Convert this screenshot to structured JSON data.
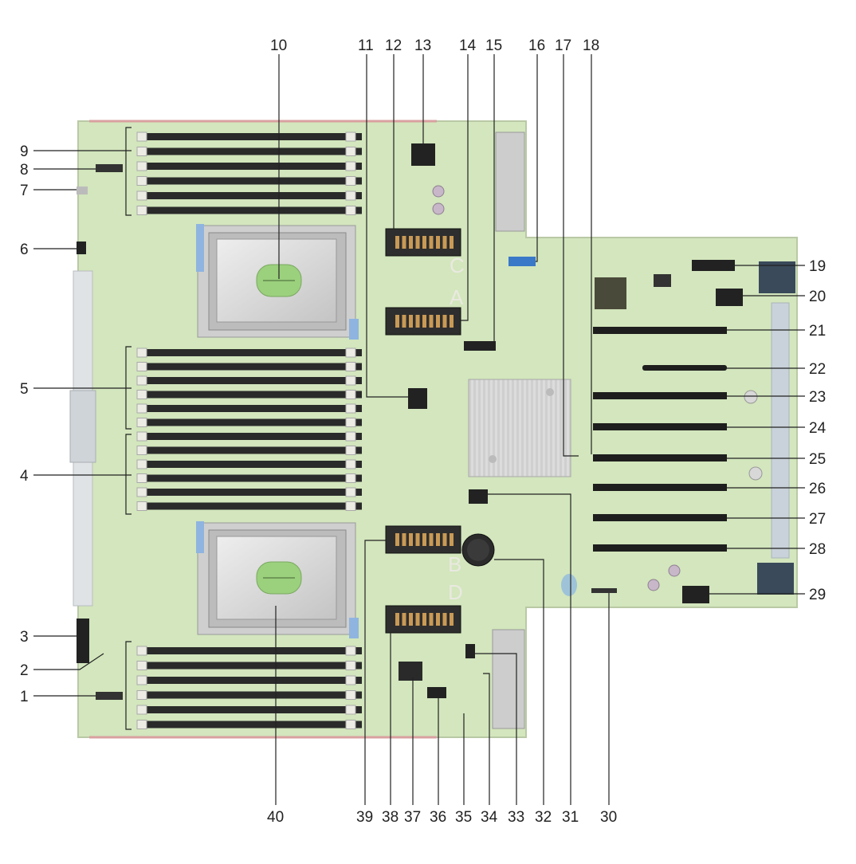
{
  "callouts": {
    "c1": "1",
    "c2": "2",
    "c3": "3",
    "c4": "4",
    "c5": "5",
    "c6": "6",
    "c7": "7",
    "c8": "8",
    "c9": "9",
    "c10": "10",
    "c11": "11",
    "c12": "12",
    "c13": "13",
    "c14": "14",
    "c15": "15",
    "c16": "16",
    "c17": "17",
    "c18": "18",
    "c19": "19",
    "c20": "20",
    "c21": "21",
    "c22": "22",
    "c23": "23",
    "c24": "24",
    "c25": "25",
    "c26": "26",
    "c27": "27",
    "c28": "28",
    "c29": "29",
    "c30": "30",
    "c31": "31",
    "c32": "32",
    "c33": "33",
    "c34": "34",
    "c35": "35",
    "c36": "36",
    "c37": "37",
    "c38": "38",
    "c39": "39",
    "c40": "40"
  },
  "board_text": {
    "slot_a": "A",
    "slot_c": "C",
    "slot_b": "B",
    "slot_d": "D"
  },
  "colors": {
    "board": "#cfe3b8",
    "board_dark": "#b6cfa0",
    "dimm_slot": "#2a2a2a",
    "dimm_tab": "#e8e8e0",
    "heatsink": "#d9d9d9",
    "socket": "#a8a8a8",
    "blue_latch": "#8fb4e0",
    "accent_orange": "#e0a050",
    "outline": "#c8b0b0"
  }
}
